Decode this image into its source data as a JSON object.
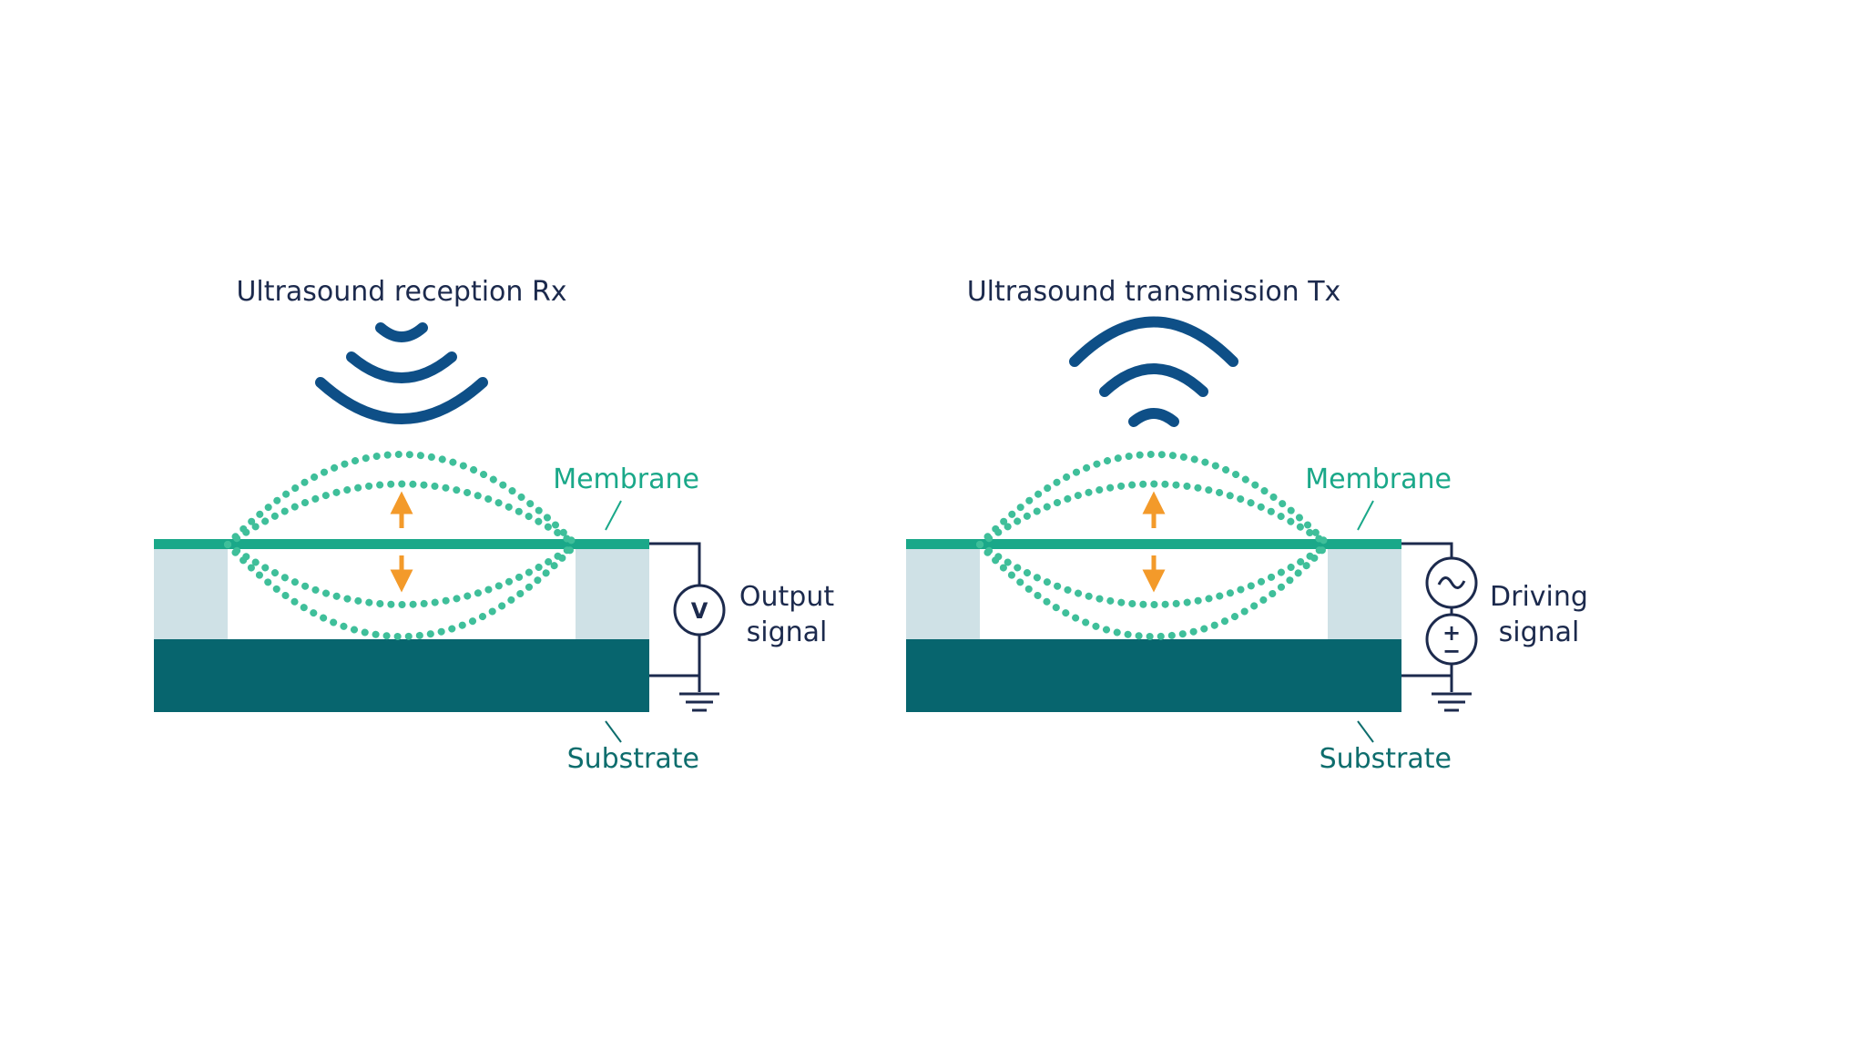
{
  "panels": [
    {
      "id": "rx",
      "title": "Ultrasound reception Rx",
      "membrane_label": "Membrane",
      "substrate_label": "Substrate",
      "signal_label_line1": "Output",
      "signal_label_line2": "signal",
      "source_symbol": "V"
    },
    {
      "id": "tx",
      "title": "Ultrasound transmission Tx",
      "membrane_label": "Membrane",
      "substrate_label": "Substrate",
      "signal_label_line1": "Driving",
      "signal_label_line2": "signal",
      "source_symbol_ac": "~",
      "source_symbol_plus": "+",
      "source_symbol_minus": "−"
    }
  ],
  "colors": {
    "membrane": "#1aa889",
    "membrane_dots": "#3fbf9a",
    "substrate": "#07656e",
    "support_posts": "#cfe1e6",
    "waves": "#0e4f87",
    "arrows": "#f39a2a",
    "circuit": "#1c2a4d"
  }
}
